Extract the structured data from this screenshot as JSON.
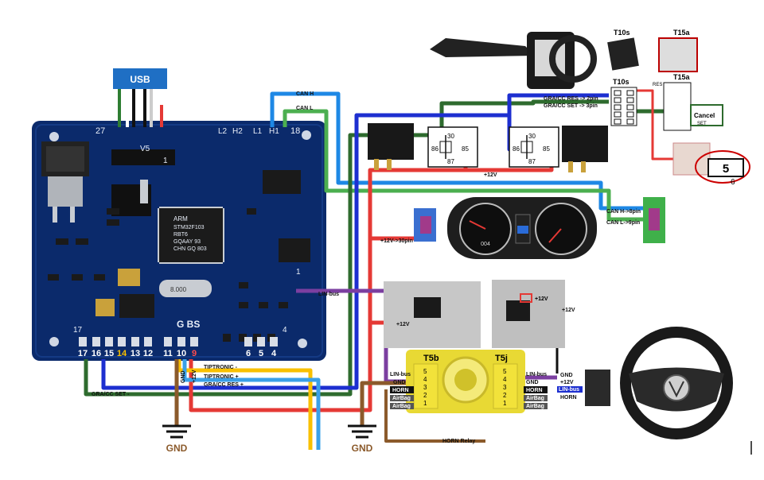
{
  "usb_label": "USB",
  "pcb": {
    "pin_top_left": "27",
    "pin_top_right": "18",
    "silk_v5": "V5",
    "silk_one": "1",
    "silk_l2": "L2",
    "silk_h2": "H2",
    "silk_l1": "L1",
    "silk_h1": "H1",
    "chip_line1": "ARM",
    "chip_line2": "STM32F103",
    "chip_line3": "RBT6",
    "chip_line4": "GQAAY 93",
    "chip_line5": "CHN GQ 803",
    "crystal_text": "8.000",
    "gbs": "G BS",
    "pin_17_top": "17",
    "pin_4_top": "4",
    "side_one": "1",
    "bottom_pins": [
      "17",
      "16",
      "15",
      "14",
      "13",
      "12",
      "11",
      "10",
      "9",
      "6",
      "5",
      "4"
    ]
  },
  "wires": {
    "can_h": "CAN H",
    "can_l": "CAN L",
    "can_h_8pin": "CAN H->8pin",
    "can_l_9pin": "CAN L->9pin",
    "plus12_30pin": "+12V->30pin",
    "lin_bus": "LIN-bus",
    "plus12_a": "+12V",
    "plus12_b": "+12V",
    "plus12_relay": "+12V",
    "tiptronic_minus": "TIPTRONIC -",
    "tiptronic_plus": "TIPTRONIC +",
    "gra_res": "GRA/CC RES +",
    "gra_set": "GRA/CC SET -",
    "gra_res_2pin": "GRA/CC RES -> 2pin",
    "gra_set_3pin": "GRA/CC SET -> 3pin",
    "gnd_vert": "GND",
    "plus12_vert": "+12V",
    "horn_relay": "HORN Relay",
    "gnd_left": "GND",
    "gnd_right": "GND"
  },
  "relays": {
    "r1": [
      "30",
      "86",
      "85",
      "87"
    ],
    "r2": [
      "30",
      "86",
      "85",
      "87"
    ]
  },
  "connectors": {
    "t10s_top": "T10s",
    "t15a_top": "T15a",
    "t10s": "T10s",
    "t15a": "T15a",
    "res": "RES",
    "cancel": "Cancel",
    "set": "SET",
    "t5b": "T5b",
    "t5j": "T5j",
    "pin5_box": "5",
    "pin6": "6",
    "t5b_lin": "LIN-bus",
    "t5b_gnd": "GND",
    "t5b_horn": "HORN",
    "t5b_airbag1": "AirBag",
    "t5b_airbag2": "AirBag",
    "t5j_lin": "LIN-bus",
    "t5j_gnd": "GND",
    "t5j_horn": "HORN",
    "t5j_airbag1": "AirBag",
    "t5j_airbag2": "AirBag",
    "photo_12v": "+12V",
    "plug_gnd": "GND",
    "plug_12v": "+12V",
    "plug_lin": "LIN-bus",
    "plug_horn": "HORN",
    "t5_pins": [
      "5",
      "4",
      "3",
      "2",
      "1"
    ]
  },
  "cluster": {
    "odo": "004"
  },
  "colors": {
    "pcb": "#0b2a6b",
    "can_h": "#1e88e5",
    "can_l": "#4caf50",
    "plus12": "#e53935",
    "lin": "#7b3fa0",
    "gnd": "#8b5a2b",
    "tiptronic_minus": "#f9c000",
    "tiptronic_plus": "#3aa0e8",
    "gra_res": "#1d2fd0",
    "gra_set": "#2e6b2e",
    "connector_yellow": "#f2e23a"
  }
}
